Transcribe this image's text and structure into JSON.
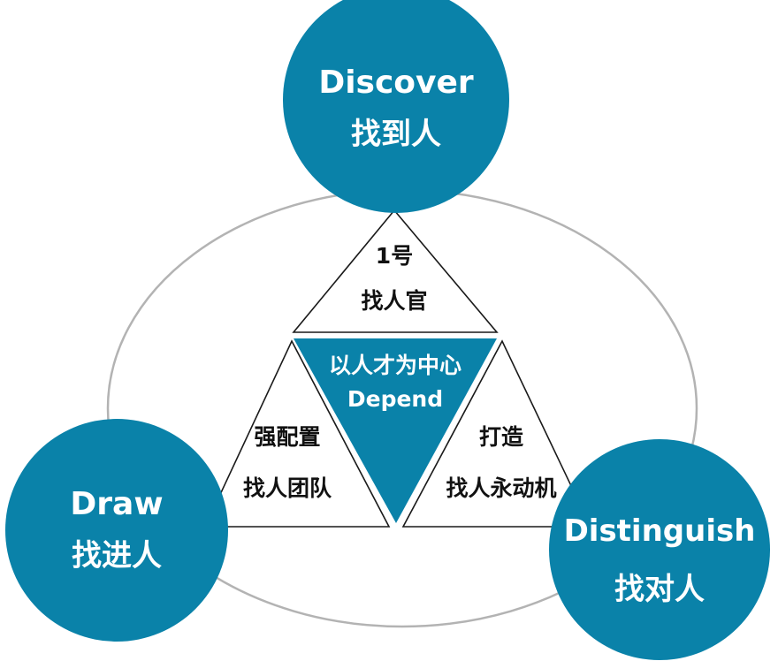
{
  "colors": {
    "accent": "#0a82a9",
    "ring": "#b3b3b3",
    "outline": "#1a1a1a",
    "label_text": "#111111",
    "inverse_text": "#ffffff"
  },
  "nodes": {
    "discover": {
      "en": "Discover",
      "zh": "找到人"
    },
    "draw": {
      "en": "Draw",
      "zh": "找进人"
    },
    "distinguish": {
      "en": "Distinguish",
      "zh": "找对人"
    }
  },
  "triangles": {
    "top": {
      "line1": "1号",
      "line2": "找人官"
    },
    "left": {
      "line1": "强配置",
      "line2": "找人团队"
    },
    "right": {
      "line1": "打造",
      "line2": "找人永动机"
    },
    "center": {
      "line1": "以人才为中心",
      "line2": "Depend"
    }
  }
}
